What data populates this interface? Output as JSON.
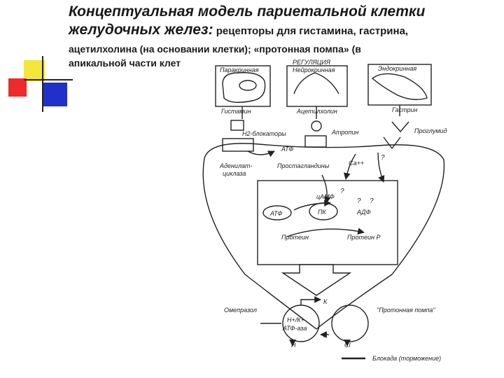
{
  "title": {
    "line1": "Концептуальная модель париетальной клетки",
    "line2_italic": "желудочных желез:",
    "line2_rest": " рецепторы для гистамина, гастрина,",
    "line3": "ацетилхолина (на основании клетки); «протонная помпа» (в",
    "line4": "апикальной части клет"
  },
  "diagram": {
    "regulation": "РЕГУЛЯЦИЯ",
    "paracrine": "Паракринная",
    "neurocrine": "Нейрокринная",
    "endocrine": "Эндокринная",
    "histamine": "Гистамин",
    "acetylcholine": "Ацетилхолин",
    "gastrin": "Гастрин",
    "h2_blockers": "Н2-блокаторы",
    "atropine": "Атропин",
    "proglumide": "Проглумид",
    "atp_top": "АТФ",
    "adenylate_cyclase_1": "Аденилат-",
    "adenylate_cyclase_2": "циклаза",
    "prostaglandins": "Простагландины",
    "ca": "Са++",
    "q1": "?",
    "q2": "?",
    "q3": "?",
    "q4": "?",
    "camp": "цАМФ",
    "atp_pk": "АТФ",
    "pk": "ПК",
    "adp": "АДФ",
    "protein": "Протеин",
    "protein_p": "Протеин Р",
    "omeprazole": "Омепразол",
    "k_in": "К",
    "hk_1": "Н+/К+",
    "hk_2": "АТФ-аза",
    "proton_pump": "\"Протонная помпа\"",
    "h_out": "Н",
    "k_out": "К",
    "cl_out": "Сl",
    "blockade": "Блокада (торможение)"
  },
  "colors": {
    "yellow": "#f5e63a",
    "red": "#ee2a2a",
    "blue": "#2030c8",
    "line": "#222222"
  }
}
